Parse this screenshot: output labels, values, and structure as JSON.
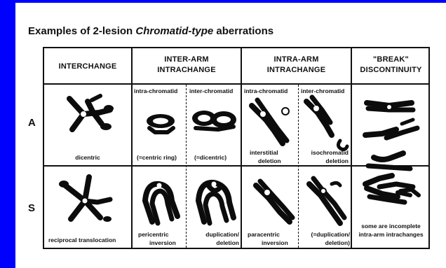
{
  "title": {
    "prefix": "Examples of 2-lesion ",
    "emphasis": "Chromatid-type",
    "suffix": " aberrations"
  },
  "row_labels": {
    "a": "A",
    "s": "S"
  },
  "columns": {
    "interchange": "INTERCHANGE",
    "inter_arm_line1": "INTER-ARM",
    "inter_arm_line2": "INTRACHANGE",
    "intra_arm_line1": "INTRA-ARM",
    "intra_arm_line2": "INTRACHANGE",
    "break_line1": "\"BREAK\"",
    "break_line2": "DISCONTINUITY"
  },
  "subheaders": {
    "inter_arm_intra": "intra-chromatid",
    "inter_arm_inter": "inter-chromatid",
    "intra_arm_intra": "intra-chromatid",
    "intra_arm_inter": "inter-chromatid"
  },
  "captions_a": {
    "interchange": "dicentric",
    "inter_arm_intra": "(=centric ring)",
    "inter_arm_inter": "(=dicentric)",
    "intra_arm_intra_1": "interstitial",
    "intra_arm_intra_2": "deletion",
    "intra_arm_inter_1": "isochromatid",
    "intra_arm_inter_2": "deletion"
  },
  "captions_s": {
    "interchange": "reciprocal translocation",
    "inter_arm_intra_1": "pericentric",
    "inter_arm_intra_2": "inversion",
    "inter_arm_inter_1": "duplication/",
    "inter_arm_inter_2": "deletion",
    "intra_arm_intra_1": "paracentric",
    "intra_arm_intra_2": "inversion",
    "intra_arm_inter_1": "(=duplication/",
    "intra_arm_inter_2": "deletion)",
    "break_1": "some are incomplete",
    "break_2": "intra-arm intrachanges"
  },
  "colors": {
    "background": "#0000ff",
    "panel": "#ffffff",
    "ink": "#111111"
  }
}
